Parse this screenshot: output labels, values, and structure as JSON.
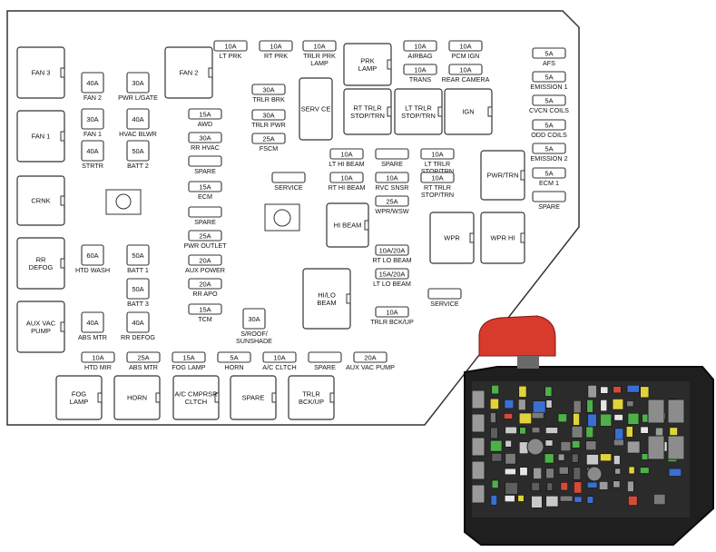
{
  "fuses": [
    {
      "id": "lt-prk",
      "rating": "10A",
      "label": "LT PRK"
    },
    {
      "id": "rt-prk",
      "rating": "10A",
      "label": "RT PRK"
    },
    {
      "id": "trlr-prk-lamp",
      "rating": "10A",
      "label": "TRLR PRK LAMP"
    },
    {
      "id": "airbag",
      "rating": "10A",
      "label": "AIRBAG"
    },
    {
      "id": "pcm-ign",
      "rating": "10A",
      "label": "PCM IGN"
    },
    {
      "id": "trans",
      "rating": "10A",
      "label": "TRANS"
    },
    {
      "id": "rear-camera",
      "rating": "10A",
      "label": "REAR CAMERA"
    },
    {
      "id": "afs",
      "rating": "5A",
      "label": "AFS"
    },
    {
      "id": "emission-1",
      "rating": "5A",
      "label": "EMISSION 1"
    },
    {
      "id": "cvcn-coils",
      "rating": "5A",
      "label": "CVCN COILS"
    },
    {
      "id": "odd-coils",
      "rating": "5A",
      "label": "ODD COILS"
    },
    {
      "id": "emission-2",
      "rating": "5A",
      "label": "EMISSION 2"
    },
    {
      "id": "ecm-1",
      "rating": "5A",
      "label": "ECM 1"
    },
    {
      "id": "spare-right",
      "rating": "",
      "label": "SPARE"
    },
    {
      "id": "fan-2-fuse",
      "rating": "40A",
      "label": "FAN 2"
    },
    {
      "id": "pwr-lgate",
      "rating": "30A",
      "label": "PWR L/GATE"
    },
    {
      "id": "fan-1-fuse",
      "rating": "30A",
      "label": "FAN 1"
    },
    {
      "id": "hvac-blwr",
      "rating": "40A",
      "label": "HVAC BLWR"
    },
    {
      "id": "strtr",
      "rating": "40A",
      "label": "STRTR"
    },
    {
      "id": "batt-2",
      "rating": "50A",
      "label": "BATT 2"
    },
    {
      "id": "htd-wash",
      "rating": "60A",
      "label": "HTD WASH"
    },
    {
      "id": "batt-1",
      "rating": "50A",
      "label": "BATT 1"
    },
    {
      "id": "batt-3",
      "rating": "50A",
      "label": "BATT 3"
    },
    {
      "id": "abs-mtr-maxi",
      "rating": "40A",
      "label": "ABS MTR"
    },
    {
      "id": "rr-defog-fuse",
      "rating": "40A",
      "label": "RR DEFOG"
    },
    {
      "id": "awd",
      "rating": "15A",
      "label": "AWD"
    },
    {
      "id": "rr-hvac",
      "rating": "30A",
      "label": "RR HVAC"
    },
    {
      "id": "spare-mid-1",
      "rating": "",
      "label": "SPARE"
    },
    {
      "id": "ecm",
      "rating": "15A",
      "label": "ECM"
    },
    {
      "id": "spare-mid-2",
      "rating": "",
      "label": "SPARE"
    },
    {
      "id": "pwr-outlet",
      "rating": "25A",
      "label": "PWR OUTLET"
    },
    {
      "id": "aux-power",
      "rating": "20A",
      "label": "AUX POWER"
    },
    {
      "id": "rr-apo",
      "rating": "20A",
      "label": "RR APO"
    },
    {
      "id": "tcm",
      "rating": "15A",
      "label": "TCM"
    },
    {
      "id": "trlr-brk",
      "rating": "30A",
      "label": "TRLR BRK"
    },
    {
      "id": "trlr-pwr",
      "rating": "30A",
      "label": "TRLR PWR"
    },
    {
      "id": "fscm",
      "rating": "25A",
      "label": "FSCM"
    },
    {
      "id": "service-1",
      "rating": "",
      "label": "SERVICE"
    },
    {
      "id": "lt-hi-beam",
      "rating": "10A",
      "label": "LT HI BEAM"
    },
    {
      "id": "spare-center",
      "rating": "",
      "label": "SPARE"
    },
    {
      "id": "lt-trlr-stop-trn",
      "rating": "10A",
      "label": "LT TRLR STOP/TRN"
    },
    {
      "id": "rt-hi-beam",
      "rating": "10A",
      "label": "RT HI BEAM"
    },
    {
      "id": "rvc-snsr",
      "rating": "10A",
      "label": "RVC SNSR"
    },
    {
      "id": "rt-trlr-stop-trn",
      "rating": "10A",
      "label": "RT TRLR STOP/TRN"
    },
    {
      "id": "wpr-wsw",
      "rating": "25A",
      "label": "WPR/WSW"
    },
    {
      "id": "rt-lo-beam",
      "rating": "10A/20A",
      "label": "RT LO BEAM"
    },
    {
      "id": "lt-lo-beam",
      "rating": "15A/20A",
      "label": "LT LO BEAM"
    },
    {
      "id": "service-2",
      "rating": "",
      "label": "SERVICE"
    },
    {
      "id": "trlr-bck-up-fuse",
      "rating": "10A",
      "label": "TRLR BCK/UP"
    },
    {
      "id": "s-roof-sunshade",
      "rating": "30A",
      "label": "S/ROOF/ SUNSHADE"
    },
    {
      "id": "htd-mir",
      "rating": "10A",
      "label": "HTD MIR"
    },
    {
      "id": "abs-mtr-bottom",
      "rating": "25A",
      "label": "ABS MTR"
    },
    {
      "id": "fog-lamp-fuse",
      "rating": "15A",
      "label": "FOG LAMP"
    },
    {
      "id": "horn-fuse",
      "rating": "5A",
      "label": "HORN"
    },
    {
      "id": "ac-clutch",
      "rating": "10A",
      "label": "A/C CLTCH"
    },
    {
      "id": "spare-bottom",
      "rating": "",
      "label": "SPARE"
    },
    {
      "id": "aux-vac-pump-fuse",
      "rating": "20A",
      "label": "AUX VAC PUMP"
    }
  ],
  "relays": [
    {
      "id": "fan-3",
      "label": "FAN 3"
    },
    {
      "id": "fan-2",
      "label": "FAN 2"
    },
    {
      "id": "fan-1",
      "label": "FAN 1"
    },
    {
      "id": "crnk",
      "label": "CRNK"
    },
    {
      "id": "rr-defog",
      "label": "RR DEFOG"
    },
    {
      "id": "aux-vac-pump",
      "label": "AUX VAC PUMP"
    },
    {
      "id": "prk-lamp",
      "label": "PRK LAMP"
    },
    {
      "id": "rt-trlr-stop-trn-relay",
      "label": "RT TRLR STOP/TRN"
    },
    {
      "id": "lt-trlr-stop-trn-relay",
      "label": "LT TRLR STOP/TRN"
    },
    {
      "id": "ign",
      "label": "IGN"
    },
    {
      "id": "serv-ce",
      "label": "SERV CE"
    },
    {
      "id": "pwr-trn",
      "label": "PWR/TRN"
    },
    {
      "id": "hi-beam",
      "label": "HI BEAM"
    },
    {
      "id": "wpr",
      "label": "WPR"
    },
    {
      "id": "wpr-hi",
      "label": "WPR HI"
    },
    {
      "id": "hi-lo-beam",
      "label": "HI/LO BEAM"
    },
    {
      "id": "fog-lamp",
      "label": "FOG LAMP"
    },
    {
      "id": "horn",
      "label": "HORN"
    },
    {
      "id": "ac-cmprsr-clutch",
      "label": "A/C CMPRSR CLTCH"
    },
    {
      "id": "spare-relay",
      "label": "SPARE"
    },
    {
      "id": "trlr-bck-up",
      "label": "TRLR BCK/UP"
    }
  ],
  "colors": {
    "outline": "#2a2a2a",
    "photo_body": "#1f1f1f",
    "photo_cap": "#d83a2c"
  }
}
